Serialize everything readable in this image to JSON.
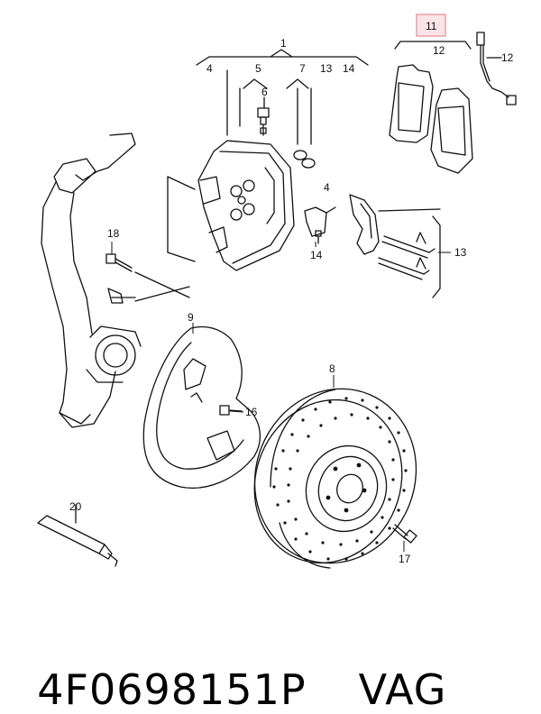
{
  "callouts": {
    "c1": "1",
    "c4a": "4",
    "c5": "5",
    "c7": "7",
    "c13a": "13",
    "c14a": "14",
    "c6": "6",
    "c11": "11",
    "c12a": "12",
    "c12b": "12",
    "c4b": "4",
    "c14b": "14",
    "c13b": "13",
    "c18": "18",
    "c9": "9",
    "c16": "16",
    "c8": "8",
    "c17": "17",
    "c20": "20"
  },
  "highlight_color": "#e8a0a8",
  "caption": {
    "part_number": "4F0698151P",
    "brand": "VAG"
  }
}
